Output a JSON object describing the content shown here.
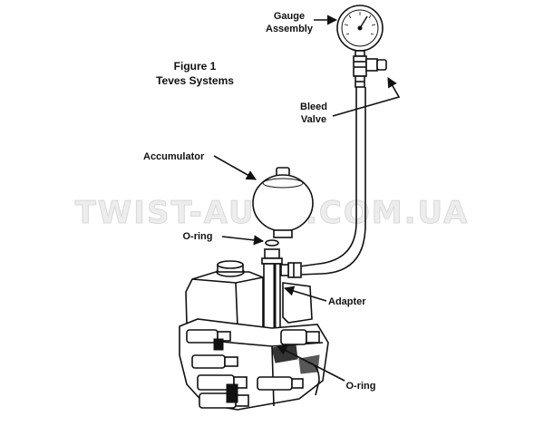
{
  "figure": {
    "title_line1": "Figure 1",
    "title_line2": "Teves Systems"
  },
  "labels": {
    "gauge_line1": "Gauge",
    "gauge_line2": "Assembly",
    "bleed_line1": "Bleed",
    "bleed_line2": "Valve",
    "accumulator": "Accumulator",
    "oring_top": "O-ring",
    "adapter": "Adapter",
    "oring_bottom": "O-ring"
  },
  "watermark": "TWIST-AUTO.COM.UA"
}
